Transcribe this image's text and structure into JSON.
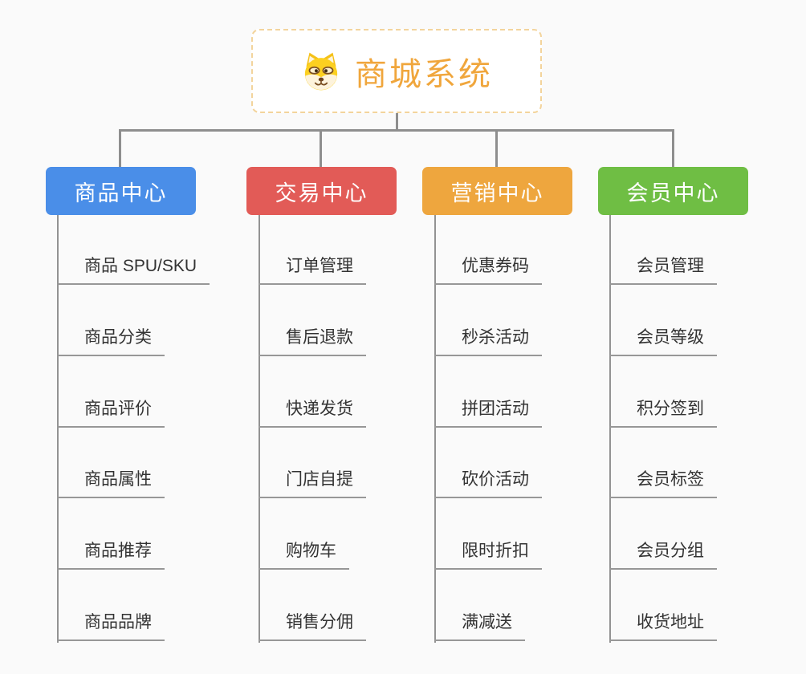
{
  "background": "#fafafa",
  "connector_color": "#8e8e8e",
  "root": {
    "title": "商城系统",
    "icon": "dog-face-icon",
    "accent_color": "#f0a63c",
    "border_color": "#f3d49c"
  },
  "branches": [
    {
      "label": "商品中心",
      "color": "#4a8ee8",
      "items": [
        "商品 SPU/SKU",
        "商品分类",
        "商品评价",
        "商品属性",
        "商品推荐",
        "商品品牌"
      ]
    },
    {
      "label": "交易中心",
      "color": "#e25b57",
      "items": [
        "订单管理",
        "售后退款",
        "快递发货",
        "门店自提",
        "购物车",
        "销售分佣"
      ]
    },
    {
      "label": "营销中心",
      "color": "#eea63e",
      "items": [
        "优惠券码",
        "秒杀活动",
        "拼团活动",
        "砍价活动",
        "限时折扣",
        "满减送"
      ]
    },
    {
      "label": "会员中心",
      "color": "#6fbe44",
      "items": [
        "会员管理",
        "会员等级",
        "积分签到",
        "会员标签",
        "会员分组",
        "收货地址"
      ]
    }
  ]
}
